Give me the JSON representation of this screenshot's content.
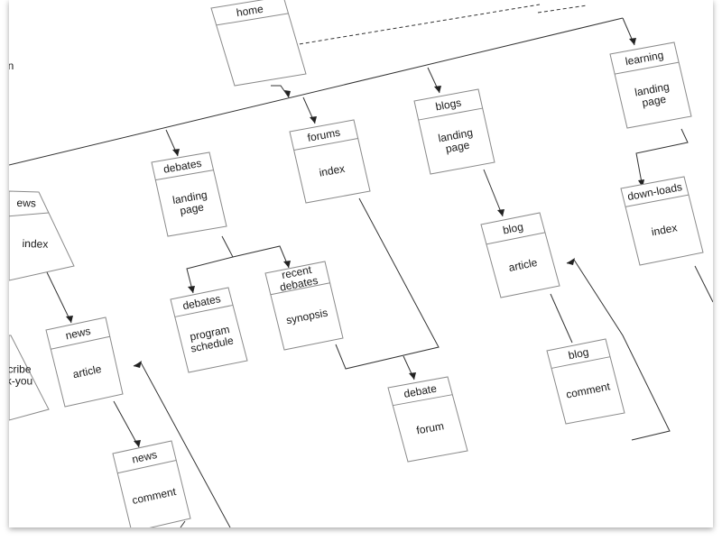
{
  "nodes": {
    "home": {
      "header": "home",
      "body": []
    },
    "learning": {
      "header": "learning",
      "body": [
        "landing",
        "page"
      ]
    },
    "blogs": {
      "header": "blogs",
      "body": [
        "landing",
        "page"
      ]
    },
    "forums": {
      "header": "forums",
      "body": [
        "index"
      ]
    },
    "debates_top": {
      "header": "debates",
      "body": [
        "landing",
        "page"
      ]
    },
    "news_index": {
      "header": "ews",
      "body": [
        "index"
      ]
    },
    "downloads": {
      "header": "down-loads",
      "body": [
        "index"
      ]
    },
    "blog_article": {
      "header": "blog",
      "body": [
        "article"
      ]
    },
    "recent_debates": {
      "header": "recent debates",
      "header_lines": [
        "recent",
        "debates"
      ],
      "body": [
        "synopsis"
      ]
    },
    "debates_program": {
      "header": "debates",
      "body": [
        "program",
        "schedule"
      ]
    },
    "news_article": {
      "header": "news",
      "body": [
        "article"
      ]
    },
    "blog_comment": {
      "header": "blog",
      "body": [
        "comment"
      ]
    },
    "debate_forum": {
      "header": "debate",
      "body": [
        "forum"
      ]
    },
    "news_comment": {
      "header": "news",
      "body": [
        "comment"
      ]
    },
    "subscribe": {
      "header": "",
      "body": [
        "cribe",
        "k-you"
      ]
    }
  },
  "stray_label": "n"
}
